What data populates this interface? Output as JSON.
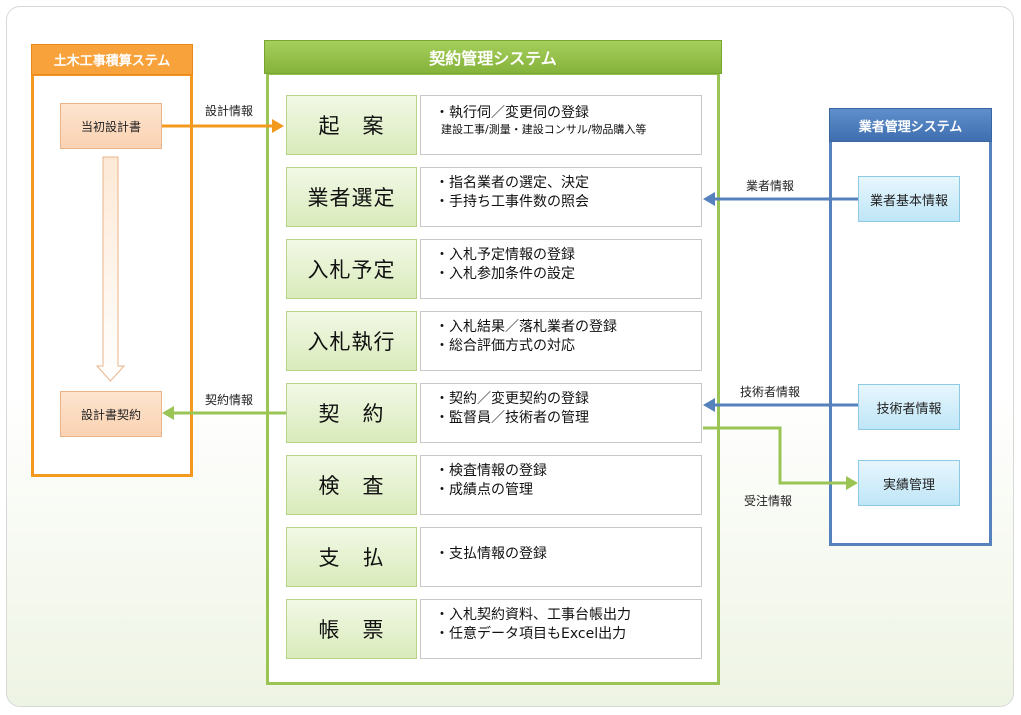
{
  "left_system": {
    "title": "土木工事積算ステム",
    "design_doc": "当初設計書",
    "design_contract": "設計書契約"
  },
  "center_system": {
    "title": "契約管理システム",
    "stages": [
      {
        "label": "起　案",
        "lines": [
          "・執行伺／変更伺の登録"
        ],
        "sub": "建設工事/測量・建設コンサル/物品購入等"
      },
      {
        "label": "業者選定",
        "lines": [
          "・指名業者の選定、決定",
          "・手持ち工事件数の照会"
        ]
      },
      {
        "label": "入札予定",
        "lines": [
          "・入札予定情報の登録",
          "・入札参加条件の設定"
        ]
      },
      {
        "label": "入札執行",
        "lines": [
          "・入札結果／落札業者の登録",
          "・総合評価方式の対応"
        ]
      },
      {
        "label": "契　約",
        "lines": [
          "・契約／変更契約の登録",
          "・監督員／技術者の管理"
        ]
      },
      {
        "label": "検　査",
        "lines": [
          "・検査情報の登録",
          "・成績点の管理"
        ]
      },
      {
        "label": "支　払",
        "lines": [
          "・支払情報の登録"
        ]
      },
      {
        "label": "帳　票",
        "lines": [
          "・入札契約資料、工事台帳出力",
          "・任意データ項目もExcel出力"
        ]
      }
    ]
  },
  "right_system": {
    "title": "業者管理システム",
    "vendor_info": "業者基本情報",
    "engineer_info": "技術者情報",
    "performance": "実績管理"
  },
  "flows": {
    "design_info": "設計情報",
    "contract_info": "契約情報",
    "vendor_info": "業者情報",
    "engineer_info": "技術者情報",
    "order_info": "受注情報"
  },
  "colors": {
    "orange": "#f39a1e",
    "green": "#9ac454",
    "blue": "#5582bc"
  }
}
